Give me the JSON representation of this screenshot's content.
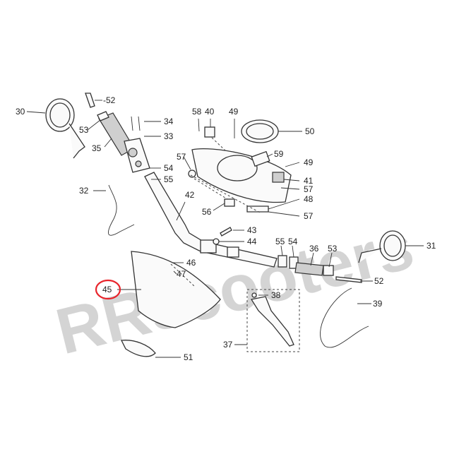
{
  "watermark": "RRscooters",
  "highlight_color": "#e8242b",
  "callouts": {
    "c30": "30",
    "c52a": "-52",
    "c53a": "53",
    "c35": "35",
    "c34": "34",
    "c33": "33",
    "c54a": "54",
    "c55a": "55",
    "c32": "32",
    "c42": "42",
    "c58": "58",
    "c40": "40",
    "c49a": "49",
    "c50": "50",
    "c59": "59",
    "c49b": "49",
    "c41": "41",
    "c57a": "57",
    "c57b": "57",
    "c48": "48",
    "c57c": "57",
    "c56": "56",
    "c43": "43",
    "c44": "44",
    "c55b": "55",
    "c54b": "54",
    "c36": "36",
    "c53b": "53",
    "c31": "31",
    "c46": "46",
    "c47": "47",
    "c45": "45",
    "c52b": "52",
    "c38": "38",
    "c39": "39",
    "c37": "37",
    "c51": "51"
  }
}
